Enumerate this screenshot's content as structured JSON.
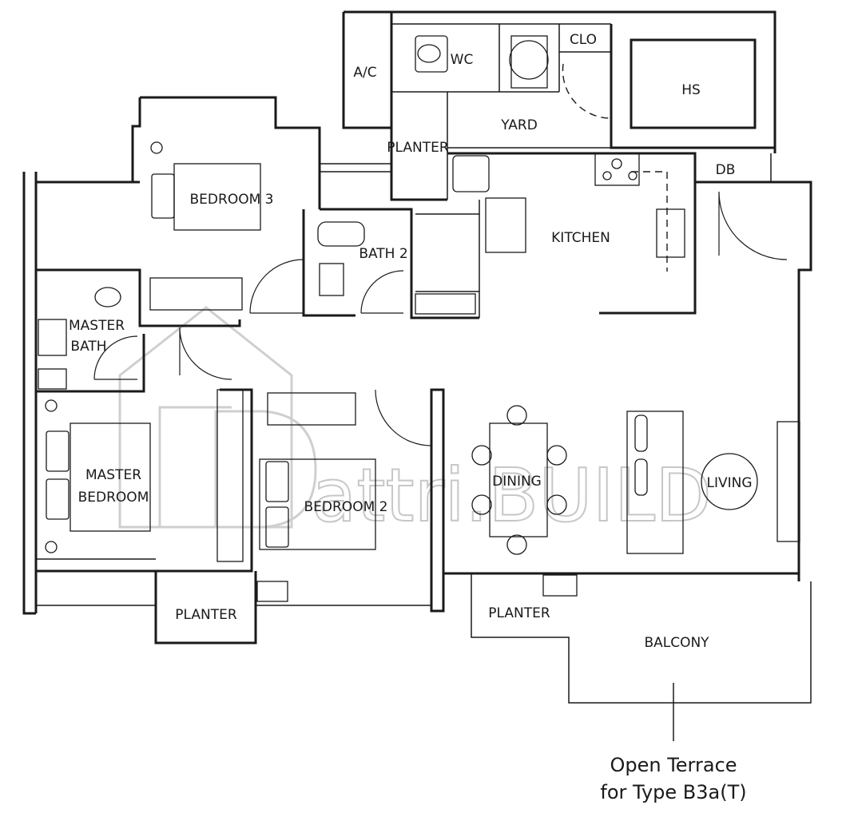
{
  "rooms": {
    "ac": "A/C",
    "wc": "WC",
    "clo": "CLO",
    "hs": "HS",
    "yard": "YARD",
    "planter_top": "PLANTER",
    "db": "DB",
    "bedroom3": "BEDROOM 3",
    "bath2": "BATH 2",
    "kitchen": "KITCHEN",
    "master_bath_line1": "MASTER",
    "master_bath_line2": "BATH",
    "master_bedroom_line1": "MASTER",
    "master_bedroom_line2": "BEDROOM",
    "bedroom2": "BEDROOM 2",
    "dining": "DINING",
    "living": "LIVING",
    "planter_left": "PLANTER",
    "planter_right": "PLANTER",
    "balcony": "BALCONY"
  },
  "note": {
    "line1": "Open Terrace",
    "line2": "for Type B3a(T)"
  },
  "watermark": "attri.BUILD"
}
